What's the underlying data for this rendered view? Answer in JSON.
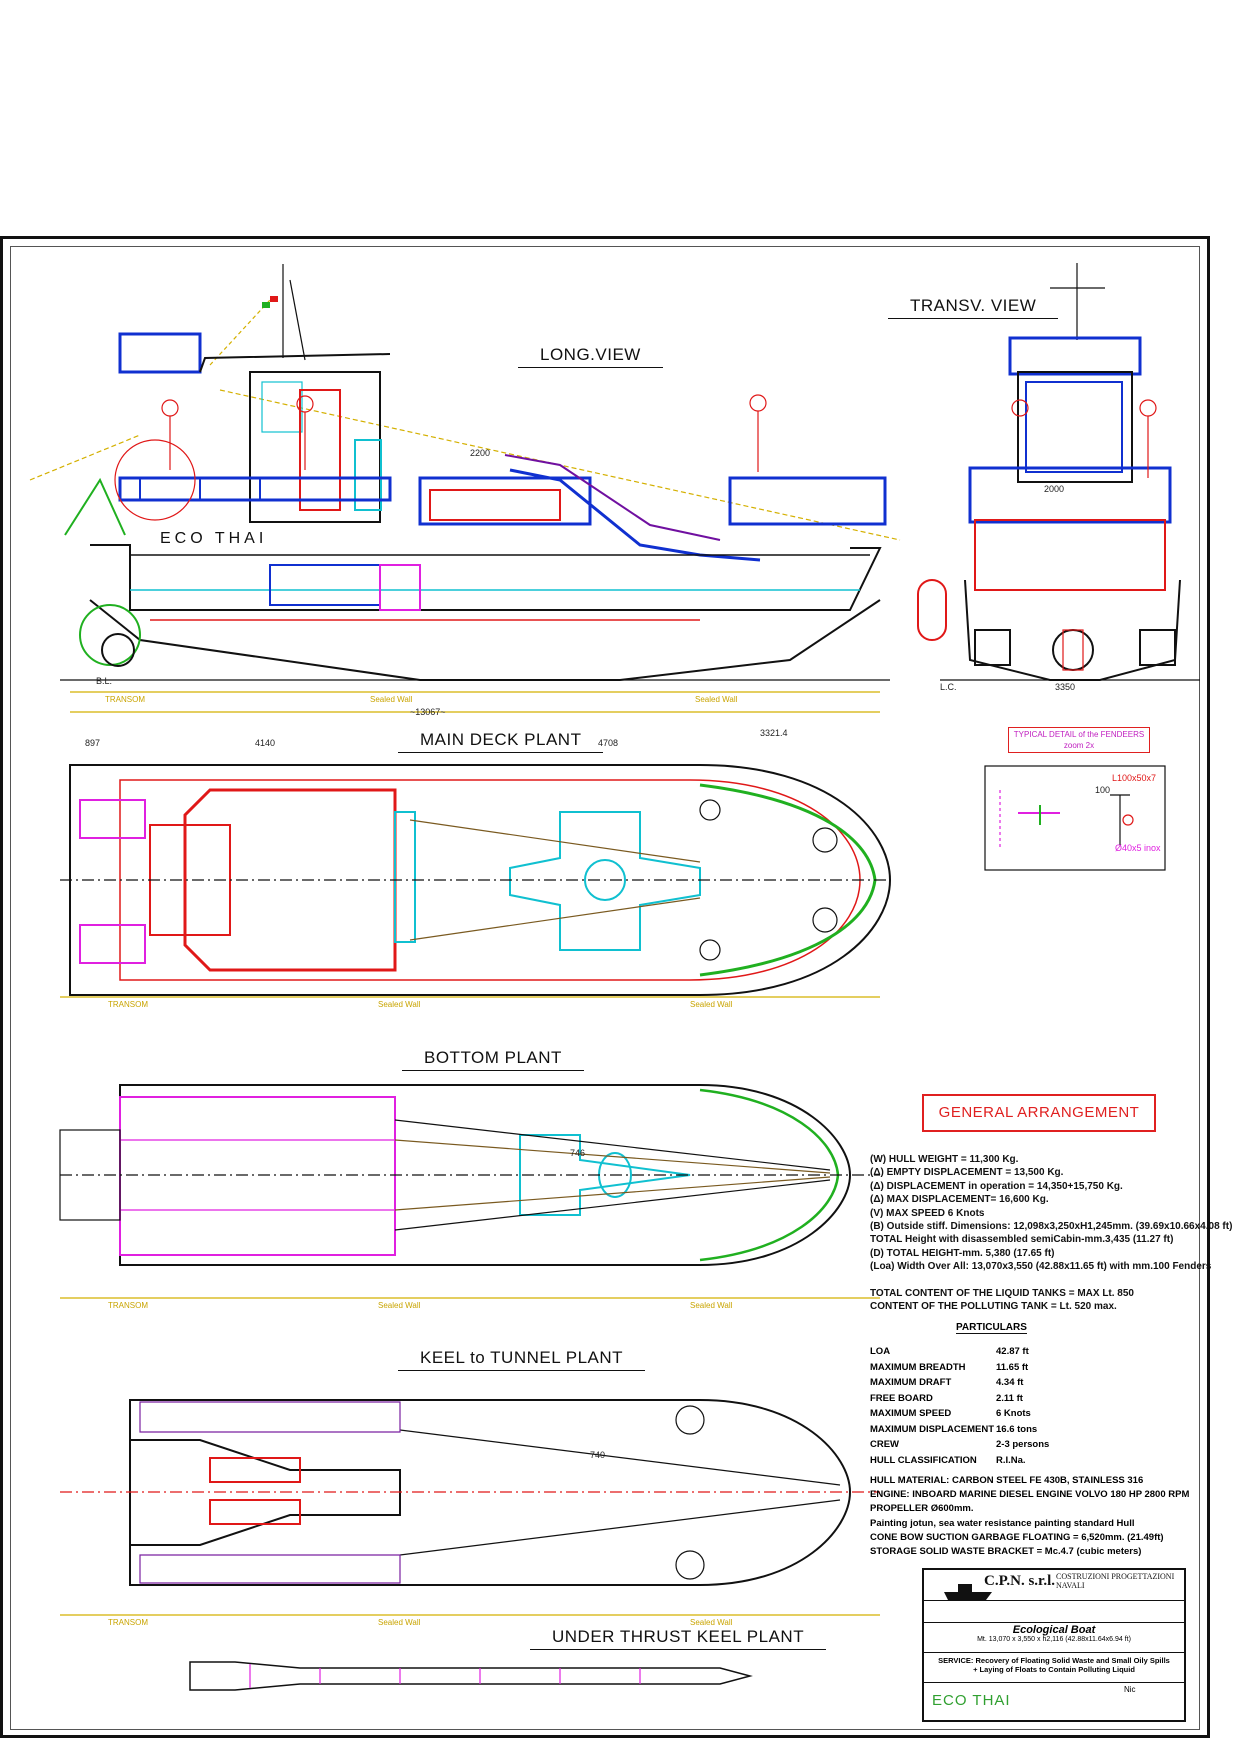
{
  "views": {
    "long_view": "LONG.VIEW",
    "transv_view": "TRANSV. VIEW",
    "main_deck_plant": "MAIN DECK PLANT",
    "bottom_plant": "BOTTOM PLANT",
    "keel_to_tunnel_plant": "KEEL to TUNNEL PLANT",
    "under_thrust_keel_plant": "UNDER THRUST KEEL PLANT"
  },
  "hull_name": "ECO THAI",
  "dimensions": {
    "overall_length": "~13067~",
    "transv_beam": "3350",
    "deck_897": "897",
    "deck_4140": "4140",
    "deck_4708": "4708",
    "deck_3321": "3321.4",
    "long_2200": "2200",
    "transv_2000": "2000",
    "keel_746": "746",
    "keel_740": "740"
  },
  "wall_labels": {
    "transom": "TRANSOM",
    "sealed_wall": "Sealed Wall",
    "bl": "B.L.",
    "lc": "L.C."
  },
  "fenders_detail": {
    "title": "TYPICAL DETAIL of the FENDEERS",
    "zoom": "zoom 2x",
    "l_label": "L100x50x7",
    "d_label": "100",
    "pipe": "Ø40x5 inox"
  },
  "general_arrangement": "GENERAL ARRANGEMENT",
  "specs": [
    "(W) HULL WEIGHT = 11,300 Kg.",
    "(Δ) EMPTY DISPLACEMENT = 13,500 Kg.",
    "(Δ) DISPLACEMENT in operation = 14,350+15,750 Kg.",
    "(Δ) MAX DISPLACEMENT= 16,600 Kg.",
    "(V) MAX SPEED 6 Knots",
    "(B) Outside stiff. Dimensions: 12,098x3,250xH1,245mm. (39.69x10.66x4.08 ft)",
    "     TOTAL Height with disassembled semiCabin-mm.3,435 (11.27 ft)",
    "(D) TOTAL HEIGHT-mm. 5,380 (17.65 ft)",
    "(Loa) Width Over All: 13,070x3,550 (42.88x11.65 ft) with mm.100 Fenders",
    "",
    "     TOTAL CONTENT OF THE LIQUID TANKS = MAX Lt. 850",
    "     CONTENT OF THE POLLUTING TANK = Lt. 520 max."
  ],
  "particulars_title": "PARTICULARS",
  "particulars": [
    {
      "k": "LOA",
      "v": "42.87 ft"
    },
    {
      "k": "MAXIMUM BREADTH",
      "v": "11.65 ft"
    },
    {
      "k": "MAXIMUM DRAFT",
      "v": "4.34 ft"
    },
    {
      "k": "FREE BOARD",
      "v": "2.11 ft"
    },
    {
      "k": "MAXIMUM SPEED",
      "v": "6 Knots"
    },
    {
      "k": "MAXIMUM DISPLACEMENT",
      "v": "16.6 tons"
    },
    {
      "k": "CREW",
      "v": "2-3 persons"
    },
    {
      "k": "HULL CLASSIFICATION",
      "v": "R.I.Na."
    }
  ],
  "notes": [
    "HULL MATERIAL: CARBON STEEL FE 430B,  STAINLESS 316",
    "ENGINE: INBOARD MARINE DIESEL ENGINE VOLVO 180 HP 2800 RPM",
    "PROPELLER Ø600mm.",
    "Painting jotun, sea water resistance painting standard Hull",
    "CONE BOW SUCTION GARBAGE FLOATING = 6,520mm. (21.49ft)",
    "STORAGE SOLID WASTE BRACKET = Mc.4.7 (cubic meters)"
  ],
  "title_block": {
    "company": "C.P.N. s.r.l.",
    "company_full": "COSTRUZIONI PROGETTAZIONI NAVALI",
    "project": "Ecological Boat",
    "project_dims": "Mt. 13,070 x 3,550 x h2,116 (42.88x11.64x6.94 ft)",
    "service": "SERVICE: Recovery of Floating Solid Waste and Small Oily Spills",
    "service2": "+ Laying of Floats to Contain Polluting Liquid",
    "boat_name": "ECO THAI",
    "designer": "Nic"
  },
  "colors": {
    "blue": "#1030d0",
    "red": "#e01818",
    "magenta": "#e020e0",
    "cyan": "#10c0d0",
    "green": "#20b020",
    "yellow": "#d4b000",
    "black": "#111111"
  }
}
